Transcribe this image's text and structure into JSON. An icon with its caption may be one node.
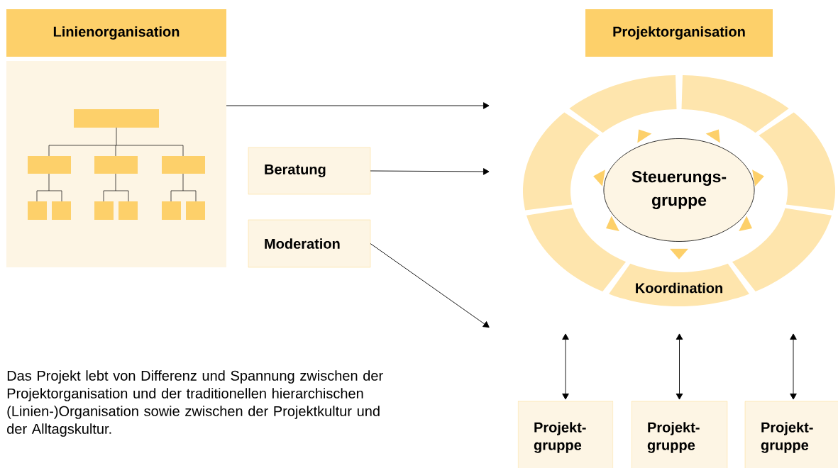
{
  "diagram": {
    "nodes": [
      {
        "text": [
          "Linienorganisation"
        ]
      },
      {
        "text": [],
        "shape": "box"
      },
      {
        "text": [
          "Beratung"
        ]
      },
      {
        "text": [
          "Moderation"
        ]
      },
      {
        "text": [
          "Projektorganisation"
        ]
      },
      {
        "text": [
          "Steuerungs- gruppe"
        ]
      },
      {
        "text": [
          "Koordination"
        ]
      },
      {
        "text": [
          "Projekt- gruppe"
        ]
      },
      {
        "text": [
          "Projekt- gruppe"
        ]
      },
      {
        "text": [
          "Projekt- gruppe"
        ]
      }
    ],
    "edges": [
      {
        "from": 1,
        "to": null,
        "arrow": "to"
      },
      {
        "from": 2,
        "to": null,
        "arrow": "to"
      },
      {
        "from": 3,
        "to": null,
        "arrow": "to"
      },
      {
        "from": 5,
        "to": 6,
        "arrow": "to",
        "color": "#fdd06a"
      },
      {
        "from": null,
        "to": 7,
        "arrow": "both"
      },
      {
        "from": null,
        "to": 8,
        "arrow": "both"
      },
      {
        "from": null,
        "to": 9,
        "arrow": "both"
      }
    ],
    "labels": [
      "Das Projekt lebt von Differenz und Spannung zwischen der Projektorganisation und der traditionellen hierarchischen (Linien-)Organisation sowie zwischen der Projektkultur und der Alltagskultur."
    ]
  }
}
